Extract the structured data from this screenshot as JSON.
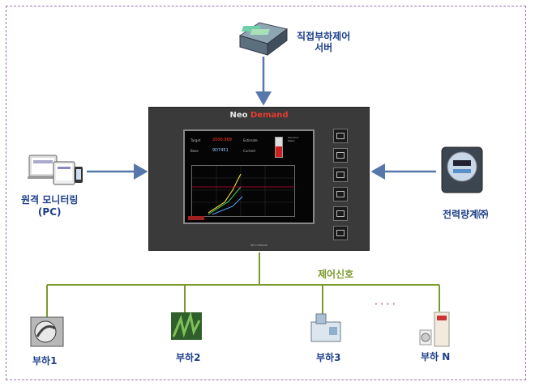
{
  "server": {
    "label_line1": "직접부하제어",
    "label_line2": "서버"
  },
  "monitor": {
    "label_line1": "원격 모니터링",
    "label_line2": "(PC)"
  },
  "meter": {
    "label": "전력량계㈜"
  },
  "panel": {
    "title_prefix": "Neo",
    "title_accent": "Demand",
    "target_label": "Target",
    "target_value": "2000:989",
    "estimate_label": "Estimate",
    "base_label": "Base",
    "base_value": "9D7451",
    "current_label": "Current",
    "gauge_label": "Demand Meter",
    "footer": "NEO DEMAND"
  },
  "control": {
    "label": "제어신호"
  },
  "ellipsis": "· · · ·",
  "loads": [
    {
      "label": "부하1",
      "icon": "boiler-icon"
    },
    {
      "label": "부하2",
      "icon": "plant-icon"
    },
    {
      "label": "부하3",
      "icon": "machine-icon"
    },
    {
      "label": "부하 N",
      "icon": "aircon-icon"
    }
  ],
  "colors": {
    "wire_green": "#7a9a2a",
    "arrow_blue": "#5577aa",
    "label_blue": "#1d3f8a"
  }
}
